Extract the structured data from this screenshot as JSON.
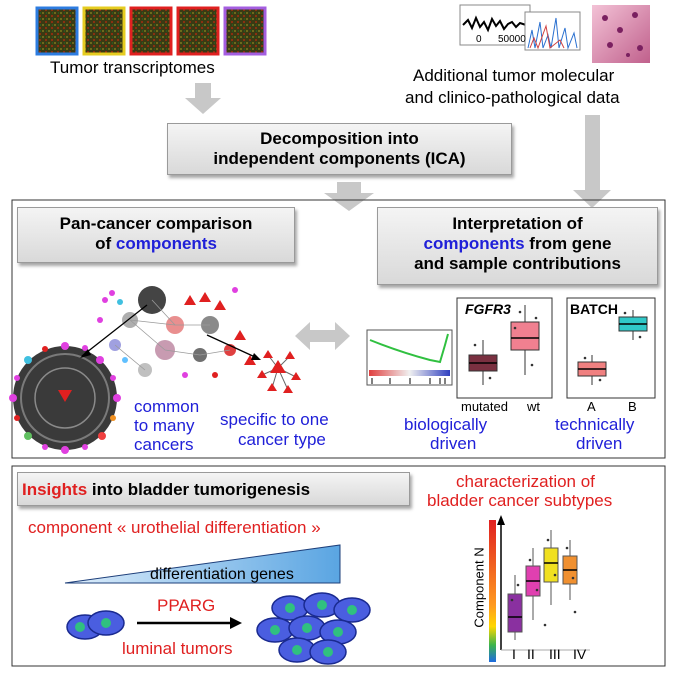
{
  "top": {
    "transcriptomes_label": "Tumor transcriptomes",
    "additional_line1": "Additional tumor molecular",
    "additional_line2": "and clinico-pathological data",
    "thumb_axis_0": "0",
    "thumb_axis_50000": "50000"
  },
  "ica_box": {
    "line1": "Decomposition into",
    "line2": "independent components (ICA)"
  },
  "pan_cancer_box": {
    "line1": "Pan-cancer comparison",
    "line2_prefix": "of ",
    "line2_highlight": "components"
  },
  "interpretation_box": {
    "line1": "Interpretation of",
    "line2_highlight": "components",
    "line2_suffix": " from gene",
    "line3": "and sample contributions"
  },
  "networks": {
    "common_line1": "common",
    "common_line2": "to many",
    "common_line3": "cancers",
    "specific_line1": "specific to one",
    "specific_line2": "cancer type"
  },
  "fgfr3_panel": {
    "gene_label": "FGFR3",
    "cat_mutated": "mutated",
    "cat_wt": "wt",
    "caption_line1": "biologically",
    "caption_line2": "driven"
  },
  "batch_panel": {
    "title": "BATCH",
    "cat_a": "A",
    "cat_b": "B",
    "caption_line1": "technically",
    "caption_line2": "driven"
  },
  "insights": {
    "title_highlight": "Insights",
    "title_rest": " into bladder tumorigenesis",
    "component_label": "component « urothelial differentiation »",
    "differentiation_genes": "differentiation genes",
    "pparg": "PPARG",
    "luminal_tumors": "luminal tumors"
  },
  "subtypes": {
    "line1": "characterization of",
    "line2": "bladder cancer subtypes",
    "axis_label": "Component N",
    "cat_1": "I",
    "cat_2": "II",
    "cat_3": "III",
    "cat_4": "IV"
  },
  "colors": {
    "accent_blue": "#2020d8",
    "accent_red": "#e02020",
    "gray_arrow": "#c8c8c8"
  }
}
